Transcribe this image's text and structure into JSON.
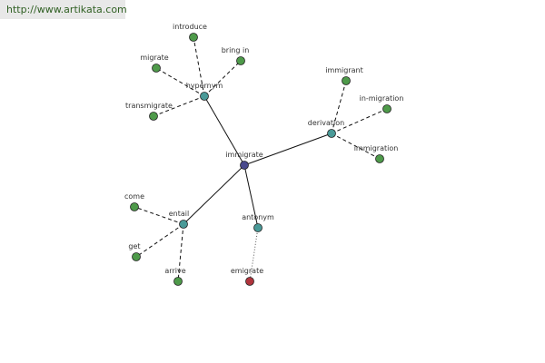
{
  "header": {
    "url": "http://www.artikata.com"
  },
  "colors": {
    "center": "#4a4a8c",
    "relation": "#4a9a98",
    "word": "#4e9a4a",
    "antonym_word": "#b0343c"
  },
  "graph": {
    "center": {
      "id": "immigrate",
      "label": "immigrate"
    },
    "relations": [
      {
        "id": "hypernym",
        "label": "hypernym",
        "words": [
          {
            "id": "introduce",
            "label": "introduce"
          },
          {
            "id": "bring-in",
            "label": "bring in"
          },
          {
            "id": "migrate",
            "label": "migrate"
          },
          {
            "id": "transmigrate",
            "label": "transmigrate"
          }
        ]
      },
      {
        "id": "derivation",
        "label": "derivation",
        "words": [
          {
            "id": "immigrant",
            "label": "immigrant"
          },
          {
            "id": "in-migration",
            "label": "in-migration"
          },
          {
            "id": "immigration",
            "label": "immigration"
          }
        ]
      },
      {
        "id": "entail",
        "label": "entail",
        "words": [
          {
            "id": "come",
            "label": "come"
          },
          {
            "id": "get",
            "label": "get"
          },
          {
            "id": "arrive",
            "label": "arrive"
          }
        ]
      },
      {
        "id": "antonym",
        "label": "antonym",
        "words": [
          {
            "id": "emigrate",
            "label": "emigrate"
          }
        ]
      }
    ]
  }
}
